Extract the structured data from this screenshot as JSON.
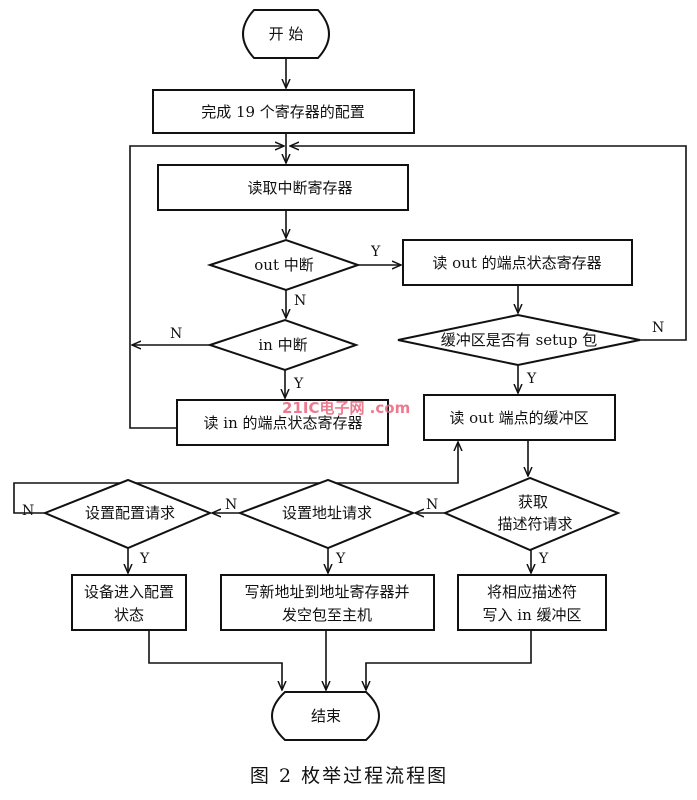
{
  "nodes": {
    "start": "开 始",
    "config19": "完成 19 个寄存器的配置",
    "read_int": "读取中断寄存器",
    "out_int": "out 中断",
    "read_out_ep": "读 out 的端点状态寄存器",
    "in_int": "in 中断",
    "read_in_ep": "读 in 的端点状态寄存器",
    "setup_check": "缓冲区是否有 setup 包",
    "read_out_buf": "读 out 端点的缓冲区",
    "get_desc_1": "获取",
    "get_desc_2": "描述符请求",
    "set_addr": "设置地址请求",
    "set_config": "设置配置请求",
    "enter_config_1": "设备进入配置",
    "enter_config_2": "状态",
    "write_addr_1": "写新地址到地址寄存器并",
    "write_addr_2": "发空包至主机",
    "write_desc_1": "将相应描述符",
    "write_desc_2": "写入 in 缓冲区",
    "end": "结束"
  },
  "labels": {
    "yes": "Y",
    "no": "N"
  },
  "caption": "图 2   枚举过程流程图",
  "watermark": "21IC电子网 .com"
}
